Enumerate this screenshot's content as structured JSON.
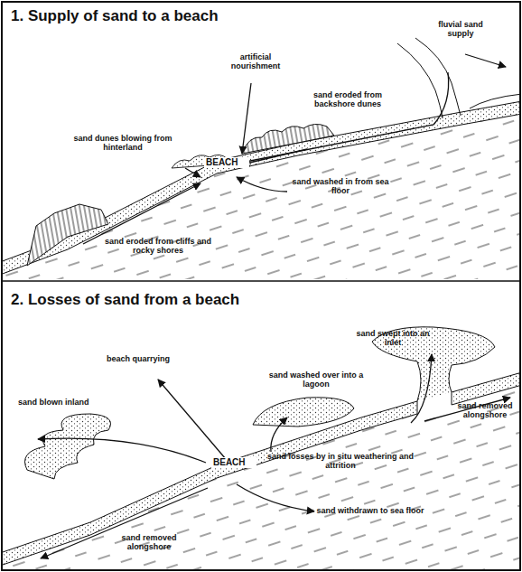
{
  "diagram": {
    "labels": [
      "1. Supply of sand to a beach",
      "artificial nourishment",
      "fluvial sand supply",
      "sand eroded from backshore dunes",
      "sand dunes blowing from hinterland",
      "BEACH",
      "sand washed in from sea floor",
      "sand eroded from cliffs and rocky shores",
      "2. Losses of sand from a beach",
      "beach quarrying",
      "sand washed over into a lagoon",
      "sand swept into an inlet",
      "sand removed alongshore",
      "sand blown inland",
      "BEACH",
      "sand losses by in situ weathering and attrition",
      "sand withdrawn to sea floor",
      "sand removed alongshore"
    ]
  }
}
